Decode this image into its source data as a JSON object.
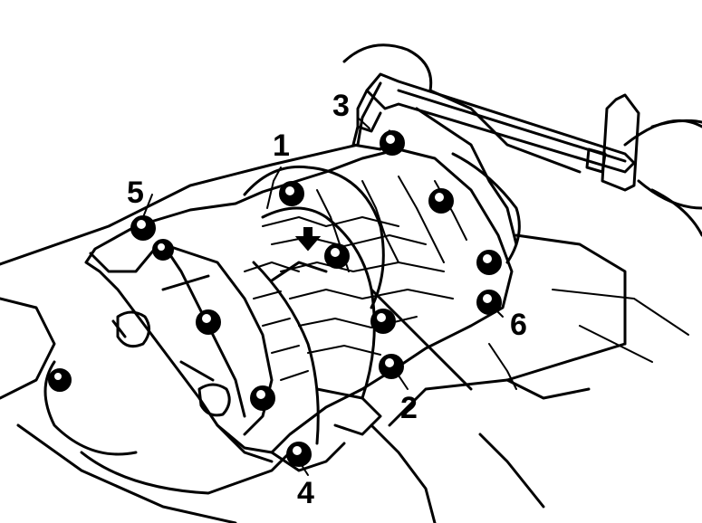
{
  "diagram": {
    "sequence_labels": [
      "1",
      "2",
      "3",
      "4",
      "5",
      "6"
    ],
    "colors": {
      "ink": "#000000",
      "paper": "#ffffff"
    }
  }
}
